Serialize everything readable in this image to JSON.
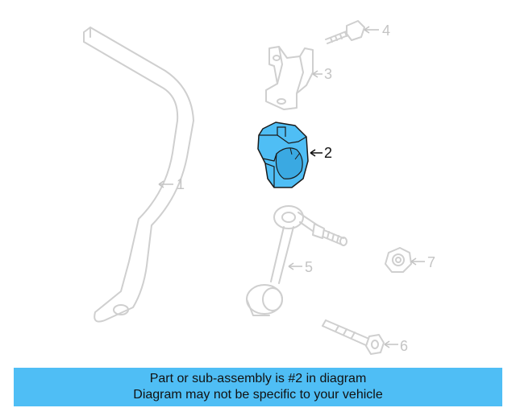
{
  "callouts": [
    {
      "number": "1",
      "part": "stabilizer-bar",
      "highlighted": false
    },
    {
      "number": "2",
      "part": "bushing",
      "highlighted": true
    },
    {
      "number": "3",
      "part": "bracket",
      "highlighted": false
    },
    {
      "number": "4",
      "part": "bolt",
      "highlighted": false
    },
    {
      "number": "5",
      "part": "stabilizer-link",
      "highlighted": false
    },
    {
      "number": "6",
      "part": "long-bolt",
      "highlighted": false
    },
    {
      "number": "7",
      "part": "nut",
      "highlighted": false
    }
  ],
  "colors": {
    "highlight": "#4fbef5",
    "ghost": "#cfcfcf",
    "banner": "#4fbef5",
    "text": "#111111"
  },
  "banner": {
    "line1": "Part or sub-assembly is #2 in diagram",
    "line2": "Diagram may not be specific to your vehicle"
  }
}
